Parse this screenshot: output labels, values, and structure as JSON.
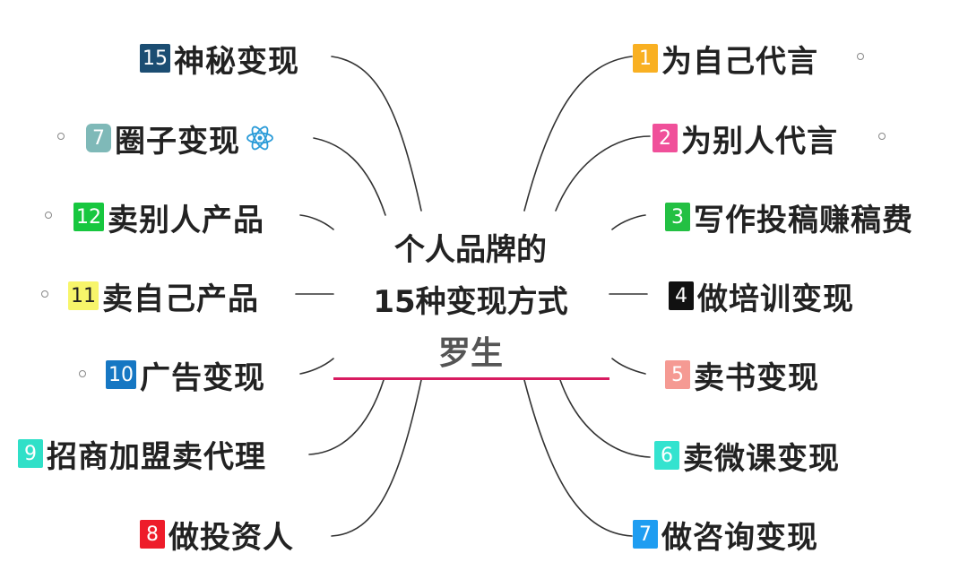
{
  "center": {
    "line1": "个人品牌的",
    "line2": "15种变现方式",
    "author": "罗生"
  },
  "underline_color": "#d81b60",
  "right_items": [
    {
      "num": "1",
      "label": "为自己代言",
      "badge_color": "#f9b022",
      "badge_text_color": "#ffffff"
    },
    {
      "num": "2",
      "label": "为别人代言",
      "badge_color": "#f0509a",
      "badge_text_color": "#ffffff"
    },
    {
      "num": "3",
      "label": "写作投稿赚稿费",
      "badge_color": "#23c043",
      "badge_text_color": "#ffffff"
    },
    {
      "num": "4",
      "label": "做培训变现",
      "badge_color": "#111111",
      "badge_text_color": "#ffffff"
    },
    {
      "num": "5",
      "label": "卖书变现",
      "badge_color": "#f59a93",
      "badge_text_color": "#ffffff"
    },
    {
      "num": "6",
      "label": "卖微课变现",
      "badge_color": "#34e3cf",
      "badge_text_color": "#ffffff"
    },
    {
      "num": "7",
      "label": "做咨询变现",
      "badge_color": "#1e9df1",
      "badge_text_color": "#ffffff"
    }
  ],
  "left_items": [
    {
      "num": "15",
      "label": "神秘变现",
      "badge_color": "#1b4d72",
      "badge_text_color": "#ffffff"
    },
    {
      "num": "7",
      "label": "圈子变现",
      "badge_color": "#7fb9b8",
      "badge_text_color": "#ffffff"
    },
    {
      "num": "12",
      "label": "卖别人产品",
      "badge_color": "#17c73f",
      "badge_text_color": "#ffffff"
    },
    {
      "num": "11",
      "label": "卖自己产品",
      "badge_color": "#f7f56a",
      "badge_text_color": "#222222"
    },
    {
      "num": "10",
      "label": "广告变现",
      "badge_color": "#1677c3",
      "badge_text_color": "#ffffff"
    },
    {
      "num": "9",
      "label": "招商加盟卖代理",
      "badge_color": "#30e0c8",
      "badge_text_color": "#ffffff"
    },
    {
      "num": "8",
      "label": "做投资人",
      "badge_color": "#ee1c2a",
      "badge_text_color": "#ffffff"
    }
  ],
  "icons": {
    "atom": "atom-icon",
    "dot": "collapse-dot-icon"
  }
}
